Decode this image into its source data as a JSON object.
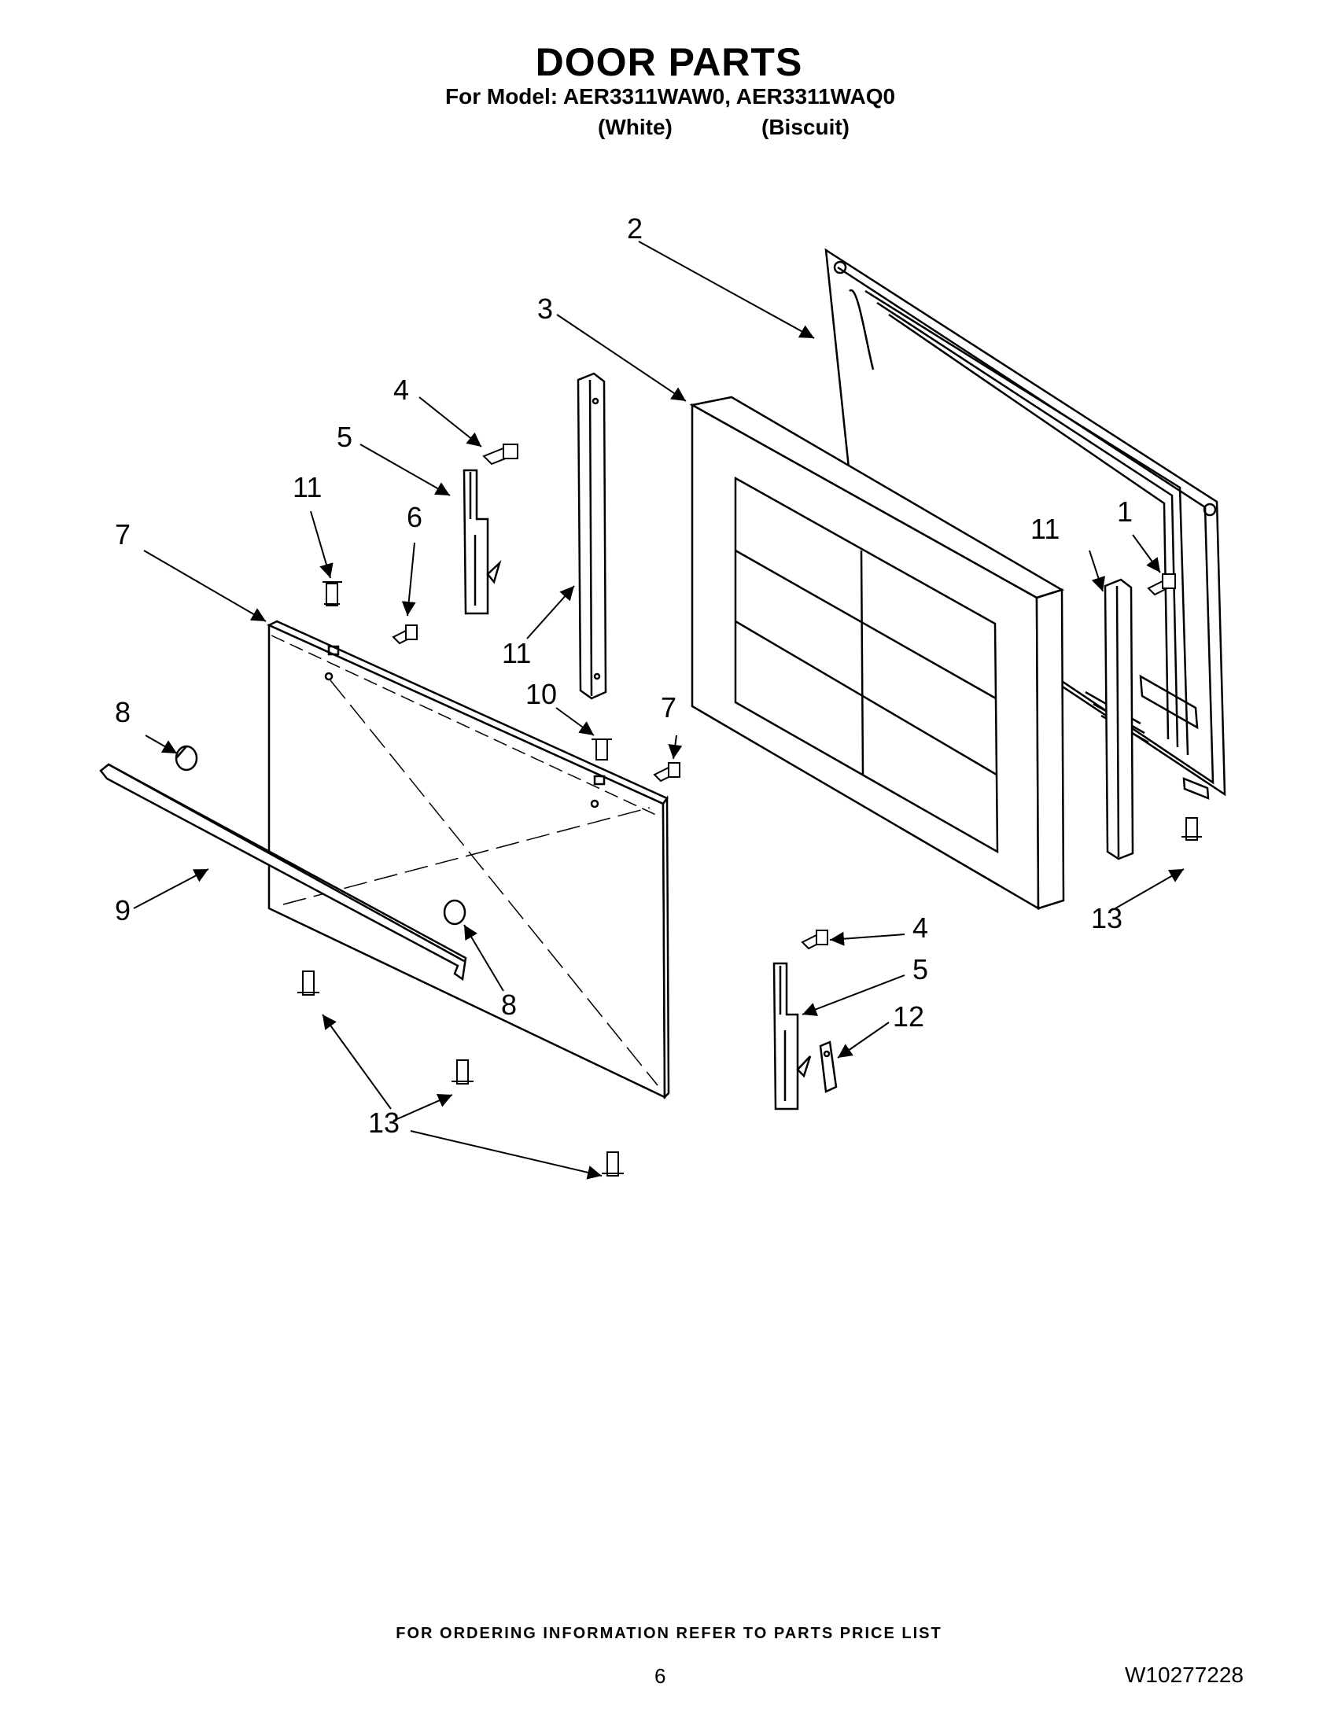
{
  "header": {
    "title": "DOOR PARTS",
    "model_line": "For Model: AER3311WAW0, AER3311WAQ0",
    "variant_white": "(White)",
    "variant_biscuit": "(Biscuit)"
  },
  "diagram": {
    "callouts": {
      "c1": "1",
      "c2": "2",
      "c3": "3",
      "c4a": "4",
      "c4b": "4",
      "c5a": "5",
      "c5b": "5",
      "c6": "6",
      "c7a": "7",
      "c7b": "7",
      "c8a": "8",
      "c8b": "8",
      "c9": "9",
      "c10": "10",
      "c11a": "11",
      "c11b": "11",
      "c11c": "11",
      "c12": "12",
      "c13a": "13",
      "c13b": "13"
    }
  },
  "footer": {
    "ordering_note": "FOR ORDERING INFORMATION REFER TO PARTS PRICE LIST",
    "page_number": "6",
    "document_number": "W10277228"
  }
}
